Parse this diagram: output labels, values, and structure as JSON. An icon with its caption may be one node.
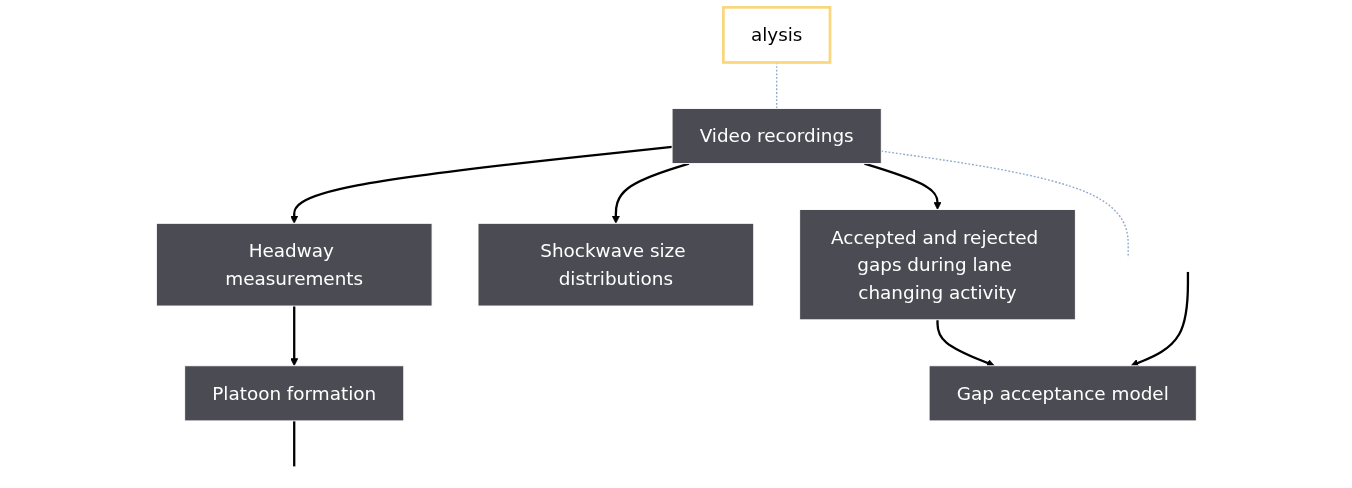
{
  "diagram": {
    "nodes": [
      {
        "text": [
          "alysis"
        ]
      },
      {
        "text": [
          "Video recordings"
        ]
      },
      {
        "text": [
          "Headway measurements"
        ]
      },
      {
        "text": [
          "Shockwave size distributions"
        ]
      },
      {
        "text": [
          "Accepted and rejected gaps during lane changing activity"
        ]
      },
      {
        "text": [
          "Platoon formation"
        ]
      },
      {
        "text": [
          "Gap acceptance model"
        ]
      }
    ],
    "edges": [
      {
        "from": 0,
        "to": 1,
        "arrow": "none",
        "style": "dashed",
        "color": "#8eaacb"
      },
      {
        "from": 1,
        "to": null,
        "arrow": "none",
        "style": "dashed",
        "color": "#8eaacb"
      },
      {
        "from": 1,
        "to": 2,
        "arrow": "to"
      },
      {
        "from": 1,
        "to": 3,
        "arrow": "to"
      },
      {
        "from": 1,
        "to": 4,
        "arrow": "to"
      },
      {
        "from": 2,
        "to": 5,
        "arrow": "to"
      },
      {
        "from": 4,
        "to": 6,
        "arrow": "to"
      },
      {
        "from": 5,
        "to": null,
        "arrow": "none"
      },
      {
        "from": null,
        "to": 6,
        "arrow": "to"
      }
    ]
  }
}
